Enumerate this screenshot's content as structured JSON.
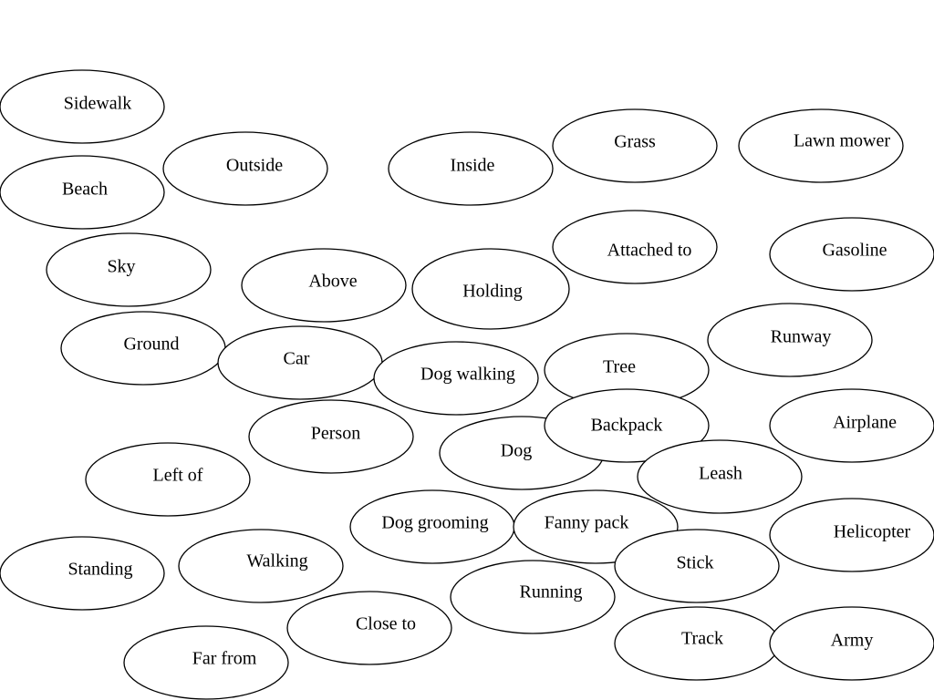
{
  "diagram": {
    "type": "concept-bubbles",
    "stroke_color": "#000000",
    "fill_color": "#ffffff",
    "nodes": [
      {
        "id": "sidewalk",
        "label": "Sidewalk"
      },
      {
        "id": "beach",
        "label": "Beach"
      },
      {
        "id": "outside",
        "label": "Outside"
      },
      {
        "id": "inside",
        "label": "Inside"
      },
      {
        "id": "grass",
        "label": "Grass"
      },
      {
        "id": "lawn-mower",
        "label": "Lawn mower"
      },
      {
        "id": "attached-to",
        "label": "Attached to"
      },
      {
        "id": "gasoline",
        "label": "Gasoline"
      },
      {
        "id": "sky",
        "label": "Sky"
      },
      {
        "id": "above",
        "label": "Above"
      },
      {
        "id": "holding",
        "label": "Holding"
      },
      {
        "id": "runway",
        "label": "Runway"
      },
      {
        "id": "ground",
        "label": "Ground"
      },
      {
        "id": "car",
        "label": "Car"
      },
      {
        "id": "dog-walking",
        "label": "Dog walking"
      },
      {
        "id": "tree",
        "label": "Tree"
      },
      {
        "id": "airplane",
        "label": "Airplane"
      },
      {
        "id": "person",
        "label": "Person"
      },
      {
        "id": "dog",
        "label": "Dog"
      },
      {
        "id": "backpack",
        "label": "Backpack"
      },
      {
        "id": "leash",
        "label": "Leash"
      },
      {
        "id": "left-of",
        "label": "Left of"
      },
      {
        "id": "dog-grooming",
        "label": "Dog grooming"
      },
      {
        "id": "fanny-pack",
        "label": "Fanny pack"
      },
      {
        "id": "helicopter",
        "label": "Helicopter"
      },
      {
        "id": "standing",
        "label": "Standing"
      },
      {
        "id": "walking",
        "label": "Walking"
      },
      {
        "id": "stick",
        "label": "Stick"
      },
      {
        "id": "running",
        "label": "Running"
      },
      {
        "id": "close-to",
        "label": "Close to"
      },
      {
        "id": "track",
        "label": "Track"
      },
      {
        "id": "army",
        "label": "Army"
      },
      {
        "id": "far-from",
        "label": "Far from"
      }
    ]
  }
}
